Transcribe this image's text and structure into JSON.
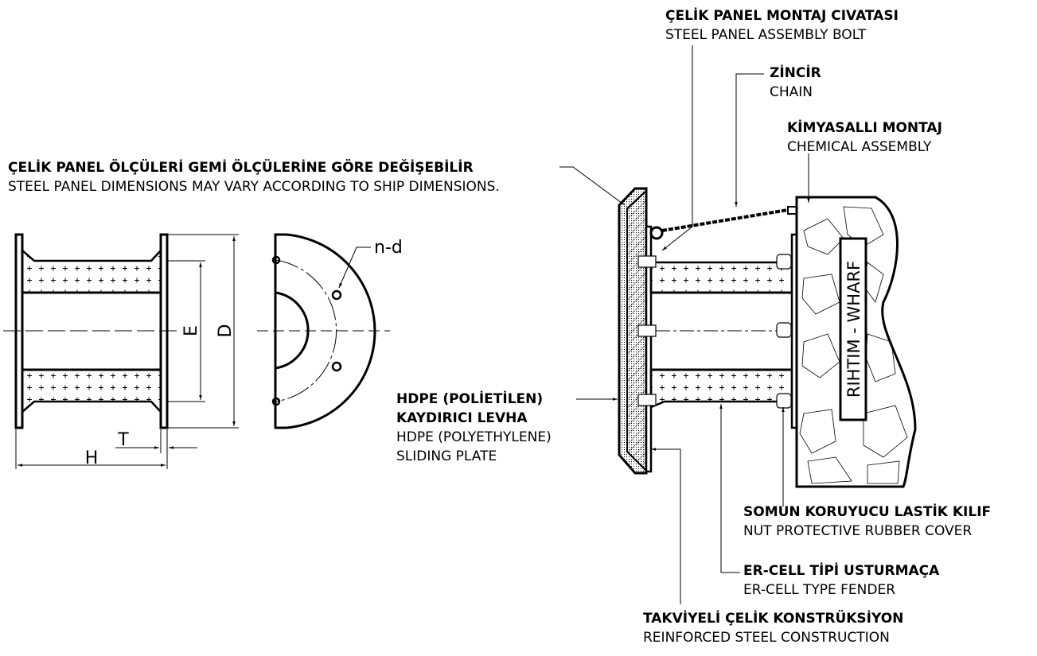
{
  "diagram": {
    "title": "ER-Cell Type Fender Assembly",
    "colors": {
      "line": "#000000",
      "background": "#ffffff"
    },
    "labels": {
      "panel_bolt": {
        "tr": "ÇELİK PANEL MONTAJ CIVATASI",
        "en": "STEEL PANEL ASSEMBLY BOLT"
      },
      "chain": {
        "tr": "ZİNCİR",
        "en": "CHAIN"
      },
      "chemical": {
        "tr": "KİMYASALLI MONTAJ",
        "en": "CHEMICAL ASSEMBLY"
      },
      "panel_dims": {
        "tr": "ÇELİK PANEL ÖLÇÜLERİ GEMİ ÖLÇÜLERİNE GÖRE DEĞİŞEBİLİR",
        "en": "STEEL PANEL DIMENSIONS MAY VARY ACCORDING TO SHIP DIMENSIONS."
      },
      "hdpe": {
        "tr1": "HDPE (POLİETİLEN)",
        "tr2": "KAYDIRICI LEVHA",
        "en1": "HDPE (POLYETHYLENE)",
        "en2": "SLIDING PLATE"
      },
      "nut_cover": {
        "tr": "SOMUN KORUYUCU LASTİK KILIF",
        "en": "NUT PROTECTIVE RUBBER COVER"
      },
      "fender": {
        "tr": "ER-CELL TİPİ USTURMAÇA",
        "en": "ER-CELL TYPE FENDER"
      },
      "steel_construction": {
        "tr": "TAKVİYELİ ÇELİK KONSTRÜKSİYON",
        "en": "REINFORCED STEEL CONSTRUCTION"
      },
      "wharf": "RIHTIM - WHARF"
    },
    "dimensions": {
      "E": "E",
      "D": "D",
      "H": "H",
      "T": "T",
      "nd": "n-d"
    }
  }
}
